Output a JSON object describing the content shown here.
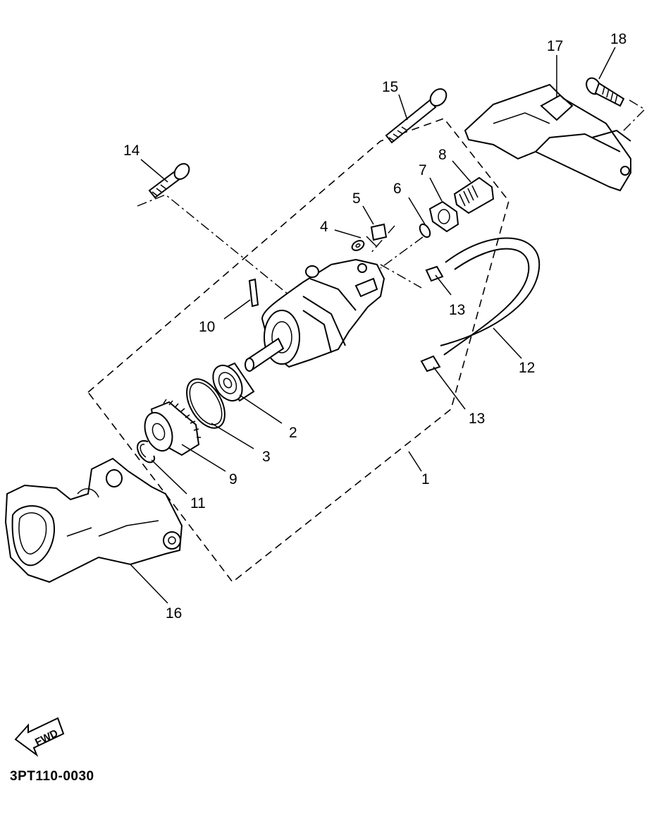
{
  "labels": {
    "p1": "1",
    "p2": "2",
    "p3": "3",
    "p4": "4",
    "p5": "5",
    "p6": "6",
    "p7": "7",
    "p8": "8",
    "p9": "9",
    "p10": "10",
    "p11": "11",
    "p12": "12",
    "p13a": "13",
    "p13b": "13",
    "p14": "14",
    "p15": "15",
    "p16": "16",
    "p17": "17",
    "p18": "18"
  },
  "fwd_arrow": "FWD",
  "drawing_number": "3PT110-0030"
}
